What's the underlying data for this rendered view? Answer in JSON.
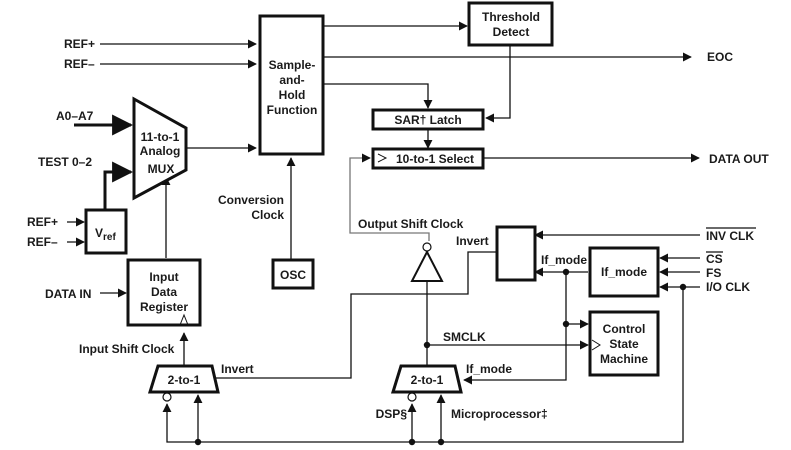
{
  "diagram": {
    "inputs": {
      "ref_plus_top": "REF+",
      "ref_minus_top": "REF–",
      "a0_a7": "A0–A7",
      "test": "TEST 0–2",
      "ref_plus_vref": "REF+",
      "ref_minus_vref": "REF–",
      "data_in": "DATA IN",
      "inv_clk": "INV CLK",
      "cs": "CS",
      "fs": "FS",
      "io_clk": "I/O CLK"
    },
    "outputs": {
      "eoc": "EOC",
      "data_out": "DATA OUT"
    },
    "blocks": {
      "sample_hold": [
        "Sample-",
        "and-",
        "Hold",
        "Function"
      ],
      "threshold": [
        "Threshold",
        "Detect"
      ],
      "sar_latch": "SAR† Latch",
      "select": "10-to-1 Select",
      "mux": [
        "11-to-1",
        "Analog",
        "MUX"
      ],
      "vref_main": "V",
      "vref_sub": "ref",
      "osc": "OSC",
      "input_register": [
        "Input",
        "Data",
        "Register"
      ],
      "if_mode": "If_mode",
      "control": [
        "Control",
        "State",
        "Machine"
      ],
      "mux2_left": "2-to-1",
      "mux2_right": "2-to-1"
    },
    "signals": {
      "conversion_clock": [
        "Conversion",
        "Clock"
      ],
      "output_shift_clock": "Output Shift Clock",
      "invert_top": "Invert",
      "if_mode_wire": "If_mode",
      "smclk": "SMCLK",
      "input_shift_clock": "Input Shift Clock",
      "invert_bottom": "Invert",
      "if_mode_bottom": "If_mode",
      "dsp": "DSP§",
      "microprocessor": "Microprocessor‡"
    }
  }
}
